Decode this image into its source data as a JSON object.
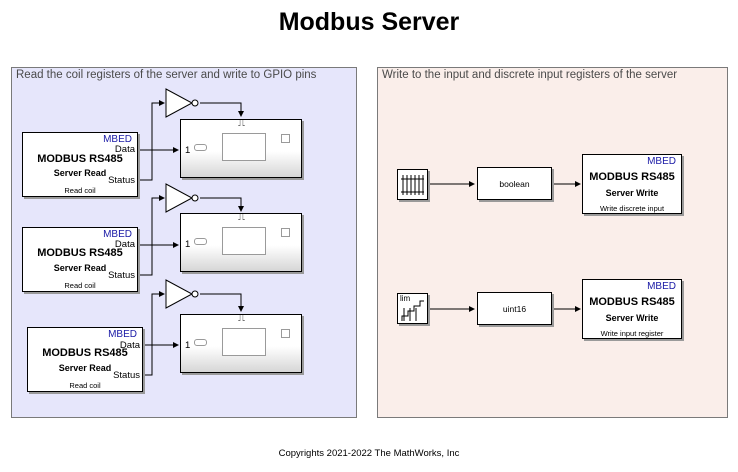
{
  "title": "Modbus Server",
  "copyright": "Copyrights 2021-2022 The MathWorks, Inc",
  "left_area": {
    "label": "Read the coil registers of the server and write to GPIO pins",
    "blocks": [
      {
        "vendor": "MBED",
        "title": "MODBUS RS485",
        "subtitle": "Server Read",
        "port_data": "Data",
        "port_status": "Status",
        "caption": "Read coil",
        "gpio_port": "1"
      },
      {
        "vendor": "MBED",
        "title": "MODBUS RS485",
        "subtitle": "Server Read",
        "port_data": "Data",
        "port_status": "Status",
        "caption": "Read coil",
        "gpio_port": "1"
      },
      {
        "vendor": "MBED",
        "title": "MODBUS RS485",
        "subtitle": "Server Read",
        "port_data": "Data",
        "port_status": "Status",
        "caption": "Read coil",
        "gpio_port": "1"
      }
    ]
  },
  "right_area": {
    "label": "Write to the input and discrete input registers of the server",
    "rows": [
      {
        "source_icon": "pulse-generator-icon",
        "convert_label": "boolean",
        "vendor": "MBED",
        "title": "MODBUS RS485",
        "subtitle": "Server Write",
        "caption": "Write discrete input"
      },
      {
        "source_icon": "step-limit-icon",
        "source_text": "lim",
        "convert_label": "uint16",
        "vendor": "MBED",
        "title": "MODBUS RS485",
        "subtitle": "Server Write",
        "caption": "Write input register"
      }
    ]
  }
}
